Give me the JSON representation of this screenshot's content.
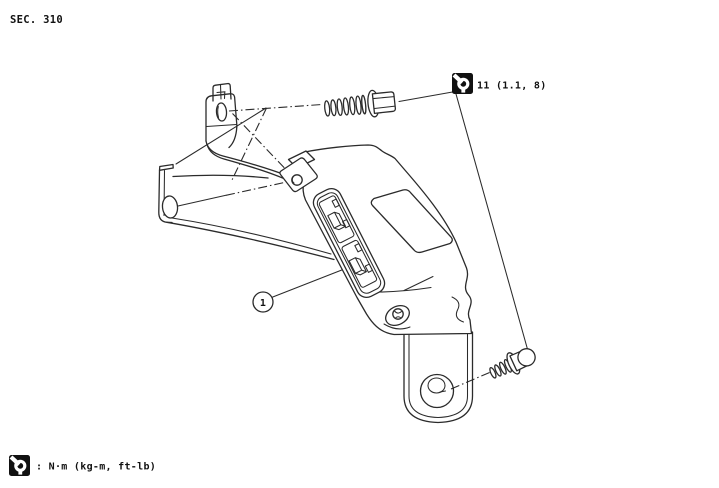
{
  "colors": {
    "background": "#ffffff",
    "line": "#2b2b2b",
    "text": "#111111",
    "icon_background": "#111111",
    "icon_glyph": "#ffffff"
  },
  "header": {
    "section_label": "SEC. 310"
  },
  "callouts": {
    "torque_spec": {
      "icon": "torque-wrench-icon",
      "value": "11 (1.1, 8)"
    },
    "part_number": {
      "label": "1"
    }
  },
  "legend": {
    "icon": "torque-wrench-icon",
    "text": ": N·m (kg-m, ft-lb)"
  }
}
